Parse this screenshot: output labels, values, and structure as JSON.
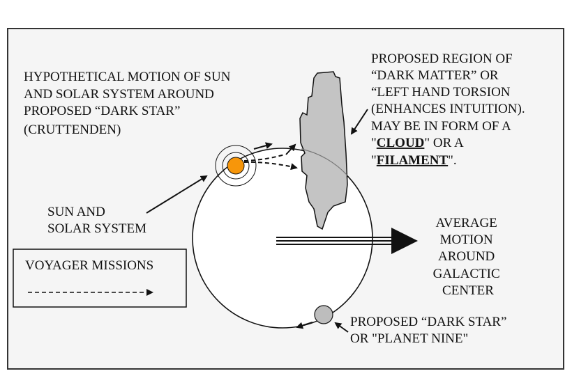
{
  "colors": {
    "background": "#f5f5f5",
    "sun": "#f7960a",
    "dark_matter": "#c4c4c4",
    "dark_star": "#bdbdbd",
    "orbit_fill": "#ffffff"
  },
  "labels": {
    "hypothetical": [
      "HYPOTHETICAL MOTION OF SUN",
      "AND SOLAR SYSTEM AROUND",
      "PROPOSED “DARK STAR”",
      "(CRUTTENDEN)"
    ],
    "sun": [
      "SUN AND",
      "SOLAR SYSTEM"
    ],
    "region": {
      "lines": [
        "PROPOSED REGION OF",
        "“DARK MATTER” OR",
        "“LEFT HAND TORSION",
        "(ENHANCES INTUITION).",
        "MAY BE IN FORM OF A"
      ],
      "cloud_pre": "\"",
      "cloud": "CLOUD",
      "cloud_post": "\" OR A",
      "filament_pre": "\"",
      "filament": "FILAMENT",
      "filament_post": "\"."
    },
    "average": [
      "AVERAGE",
      "MOTION",
      "AROUND",
      "GALACTIC",
      "CENTER"
    ],
    "dark_star": [
      "PROPOSED “DARK STAR”",
      "OR \"PLANET NINE\""
    ],
    "legend": "VOYAGER MISSIONS"
  }
}
